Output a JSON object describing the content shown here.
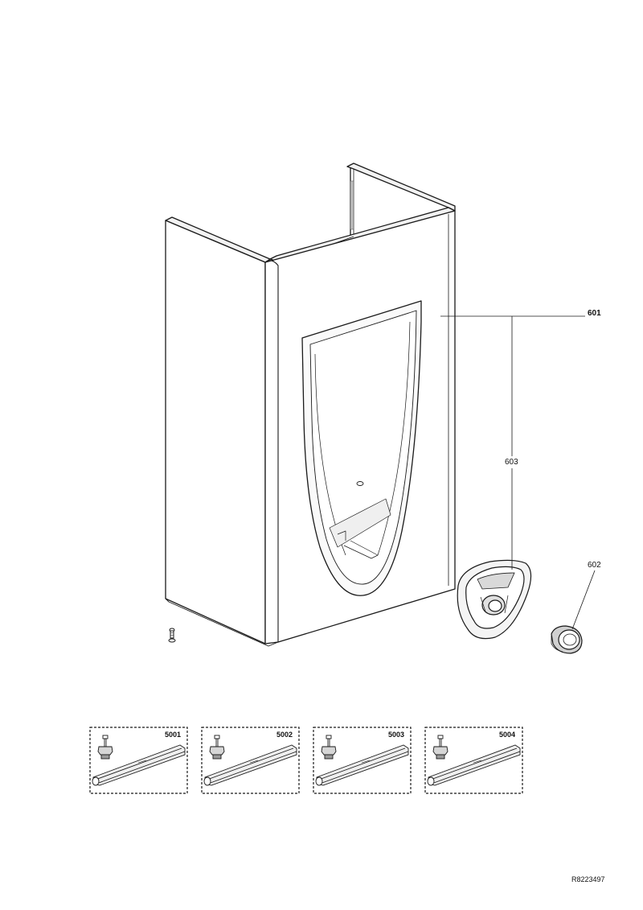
{
  "callouts": {
    "casing": "601",
    "knob": "602",
    "bezel": "603"
  },
  "kits": [
    {
      "label": "5001"
    },
    {
      "label": "5002"
    },
    {
      "label": "5003"
    },
    {
      "label": "5004"
    }
  ],
  "reference": "R8223497",
  "colors": {
    "line": "#1a1a1a",
    "shade": "#e6e6e6",
    "dark": "#444444"
  }
}
